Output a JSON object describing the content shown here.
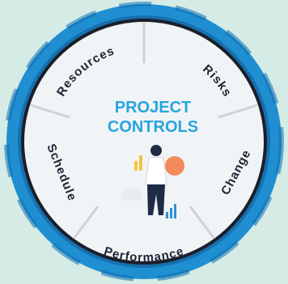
{
  "center_title_line1": "PROJECT",
  "center_title_line2": "CONTROLS",
  "segments": [
    {
      "key": "resources",
      "label": "Resources"
    },
    {
      "key": "risks",
      "label": "Risks"
    },
    {
      "key": "change",
      "label": "Change"
    },
    {
      "key": "performance",
      "label": "Performance"
    },
    {
      "key": "schedule",
      "label": "Schedule"
    }
  ],
  "colors": {
    "background": "#d4ece5",
    "outer_ring": "#1f8fd1",
    "outer_ring_dark": "#0c6eb0",
    "inner_border": "#1a1f2a",
    "wheel_face": "#f1f4f6",
    "divider": "#cbd3d9",
    "label": "#1d2333",
    "title": "#27a4e0",
    "accent_orange": "#f28a5a",
    "accent_yellow": "#f5c542",
    "accent_blue": "#2f8fd8",
    "figure_dark": "#1f2a44"
  }
}
